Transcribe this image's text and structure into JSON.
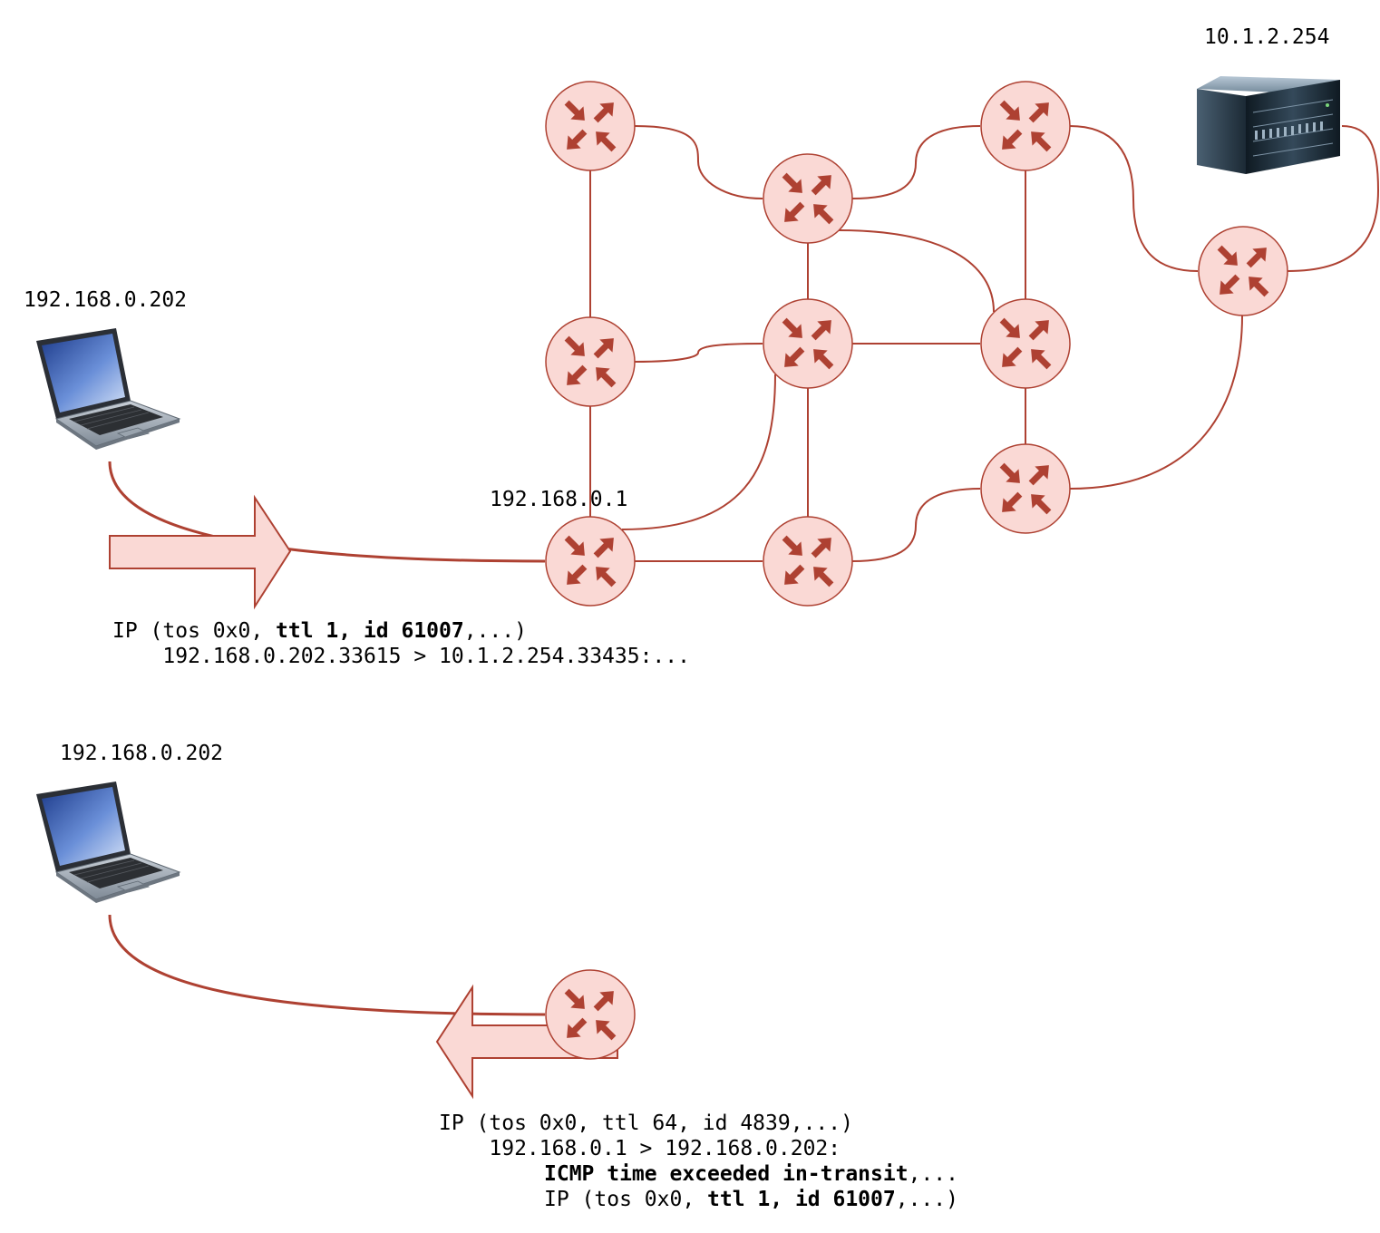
{
  "colors": {
    "router_fill": "#fad9d5",
    "router_stroke": "#ae4132",
    "link": "#ae4132"
  },
  "icons": {
    "router": "router-icon",
    "laptop": "laptop-icon",
    "server": "server-icon",
    "arrow": "block-arrow-icon"
  },
  "top_scene": {
    "laptop_label": "192.168.0.202",
    "gateway_label": "192.168.0.1",
    "server_label": "10.1.2.254",
    "packet_line1": {
      "prefix": "IP (tos 0x0, ",
      "bold": "ttl 1, id 61007",
      "suffix": ",...)"
    },
    "packet_line2": "    192.168.0.202.33615 > 10.1.2.254.33435:..."
  },
  "bottom_scene": {
    "laptop_label": "192.168.0.202",
    "reply_line1": "IP (tos 0x0, ttl 64, id 4839,...)",
    "reply_line2": "    192.168.0.1 > 192.168.0.202:",
    "reply_line3": {
      "bold": "ICMP time exceeded in-transit",
      "suffix": ",..."
    },
    "reply_line4": {
      "prefix": "IP (tos 0x0, ",
      "bold": "ttl 1, id 61007",
      "suffix": ",...)"
    }
  }
}
